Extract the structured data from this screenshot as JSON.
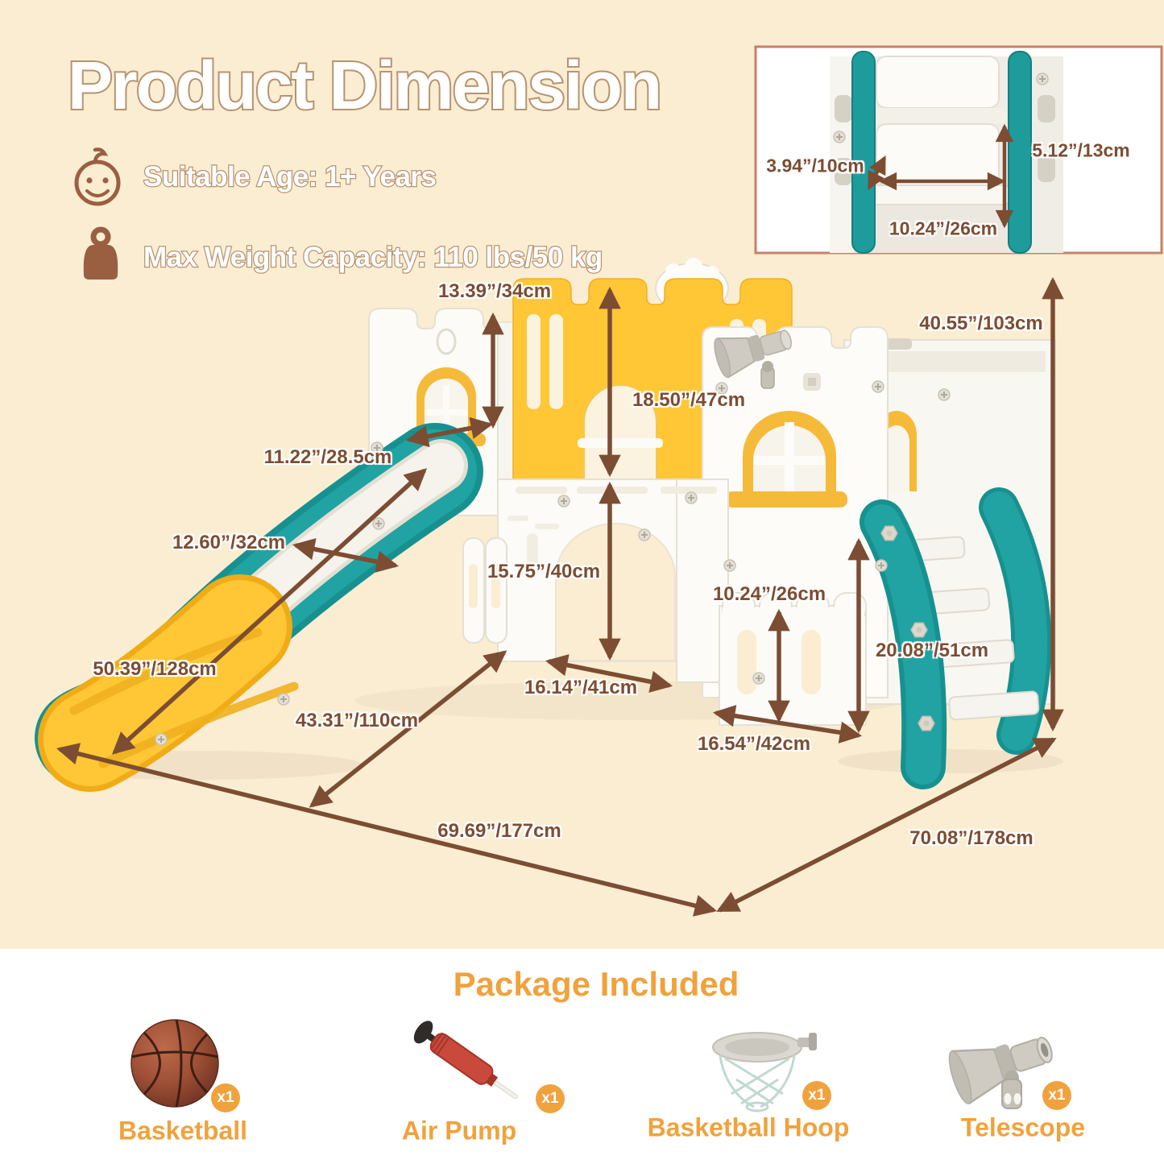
{
  "colors": {
    "background_cream": "#FAEDD2",
    "panel_white": "#FFFFFF",
    "dimension_brown": "#7C4D33",
    "title_outline_tan": "#B8926F",
    "icon_brown": "#9A5F41",
    "teal": "#1E9C9C",
    "castle_yellow": "#FFC636",
    "window_yellow": "#F6BA3B",
    "package_orange": "#F0A23C",
    "ball_red": "#D8382E",
    "inset_border": "#C5826A"
  },
  "header": {
    "title": "Product Dimension",
    "age": "Suitable Age: 1+ Years",
    "weight": "Max Weight Capacity: 110 lbs/50 kg"
  },
  "dims": {
    "h34": "13.39”/34cm",
    "h47": "18.50”/47cm",
    "h103": "40.55”/103cm",
    "w285": "11.22”/28.5cm",
    "w32": "12.60”/32cm",
    "h40": "15.75”/40cm",
    "h26": "10.24”/26cm",
    "l128": "50.39”/128cm",
    "l110": "43.31”/110cm",
    "w41": "16.14”/41cm",
    "h51": "20.08”/51cm",
    "w42": "16.54”/42cm",
    "d177": "69.69”/177cm",
    "d178": "70.08”/178cm"
  },
  "inset_dims": {
    "d10": "3.94”/10cm",
    "d13": "5.12”/13cm",
    "d26": "10.24”/26cm"
  },
  "package": {
    "title": "Package Included",
    "items": [
      {
        "name": "Basketball",
        "qty": "x1"
      },
      {
        "name": "Air Pump",
        "qty": "x1"
      },
      {
        "name": "Basketball Hoop",
        "qty": "x1"
      },
      {
        "name": "Telescope",
        "qty": "x1"
      }
    ]
  }
}
